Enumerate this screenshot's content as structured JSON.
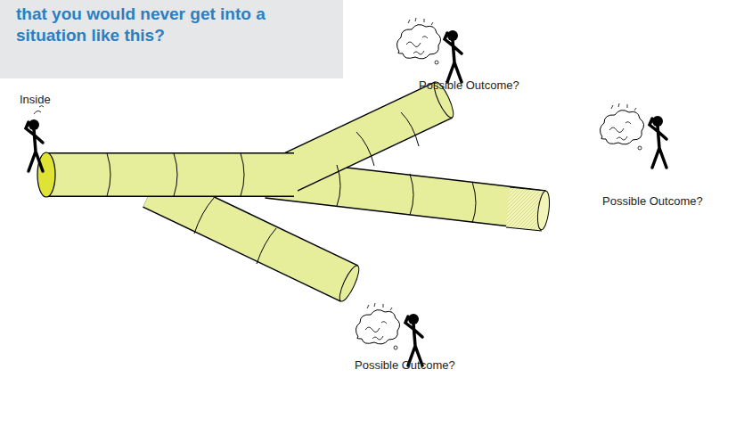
{
  "diagram": {
    "nodes": [
      {
        "text": [
          "that you would never get into a situation like this?"
        ]
      }
    ],
    "labels": [
      "Inside",
      "Possible Outcome?",
      "Possible Outcome?",
      "Possible Outcome?"
    ]
  }
}
